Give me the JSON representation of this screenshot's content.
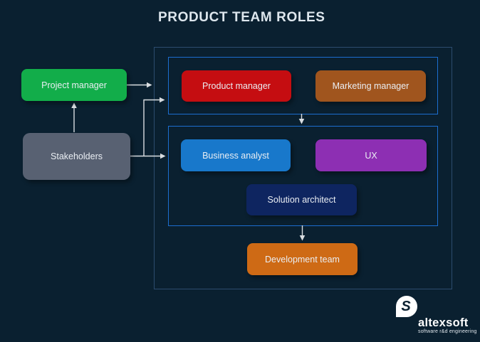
{
  "title": "PRODUCT TEAM ROLES",
  "diagram": {
    "nodes": {
      "project_manager": {
        "label": "Project manager",
        "color": "#12ad4a"
      },
      "stakeholders": {
        "label": "Stakeholders",
        "color": "#586172"
      },
      "product_manager": {
        "label": "Product manager",
        "color": "#c50d11"
      },
      "marketing_manager": {
        "label": "Marketing manager",
        "color": "#a0551e"
      },
      "business_analyst": {
        "label": "Business analyst",
        "color": "#1878cb"
      },
      "ux": {
        "label": "UX",
        "color": "#8d2fb3"
      },
      "solution_architect": {
        "label": "Solution architect",
        "color": "#0e2560"
      },
      "development_team": {
        "label": "Development team",
        "color": "#ce6a15"
      }
    },
    "connections": [
      {
        "from": "Project manager",
        "to": "team frame"
      },
      {
        "from": "Stakeholders",
        "to": "Project manager"
      },
      {
        "from": "Stakeholders",
        "to": "management group"
      },
      {
        "from": "Stakeholders",
        "to": "analysis group"
      },
      {
        "from": "management group",
        "to": "analysis group"
      },
      {
        "from": "analysis group",
        "to": "Development team"
      }
    ],
    "colors": {
      "background": "#0a2030",
      "outer_frame_border": "#2c4c6e",
      "group_frame_border": "#1c6ed0",
      "arrow": "#d9dde1",
      "title_text": "#dde6ed",
      "node_text": "#eaeef3"
    }
  },
  "logo": {
    "icon_glyph": "S",
    "name": "altexsoft",
    "tagline": "software r&d engineering"
  }
}
